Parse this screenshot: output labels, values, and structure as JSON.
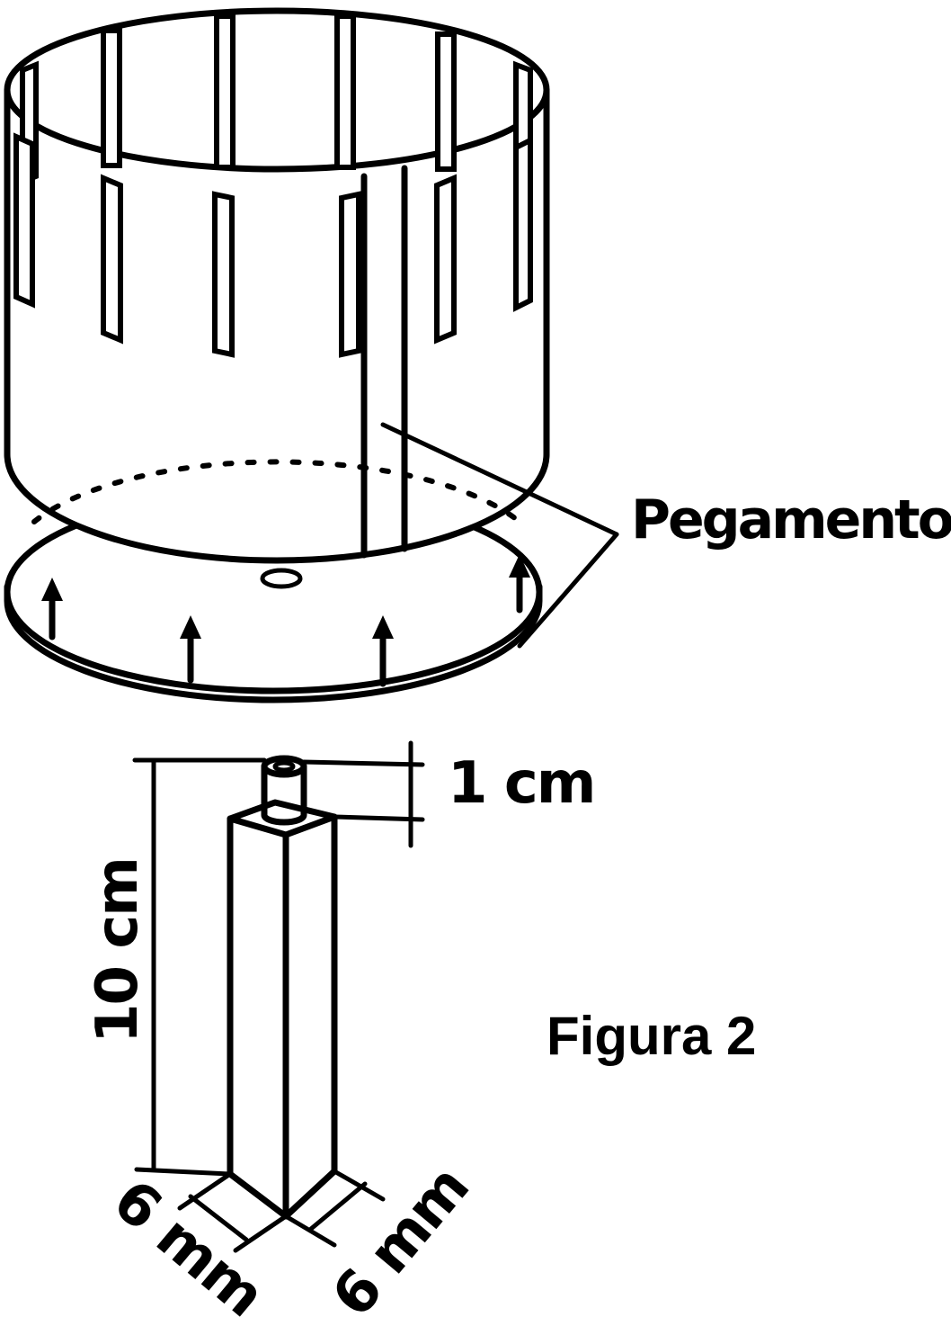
{
  "labels": {
    "glue": "Pegamento",
    "height_total": "10 cm",
    "pin_height": "1 cm",
    "width_left": "6 mm",
    "width_right": "6 mm",
    "figure": "Figura 2"
  },
  "colors": {
    "line": "#000000",
    "background": "#ffffff"
  }
}
